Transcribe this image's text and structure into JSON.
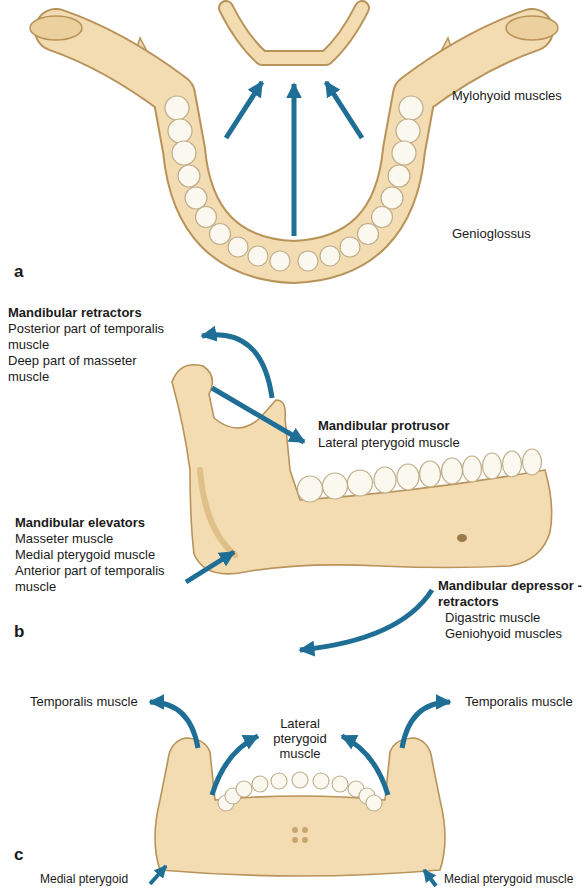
{
  "diagram": {
    "labels": [
      "Mylohyoid muscles",
      "Genioglossus",
      "a",
      "Mandibular retractors",
      "Posterior part of temporalis muscle",
      "Deep part of masseter muscle",
      "Mandibular protrusor",
      "Lateral pterygoid muscle",
      "Mandibular elevators",
      "Masseter muscle",
      "Medial pterygoid muscle",
      "Anterior part of temporalis muscle",
      "Mandibular depressor -retractors",
      "Digastric muscle",
      "Geniohyoid muscles",
      "b",
      "Temporalis muscle",
      "Lateral pterygoid muscle",
      "Temporalis muscle",
      "Medial pterygoid",
      "Medial pterygoid muscle",
      "c"
    ]
  }
}
